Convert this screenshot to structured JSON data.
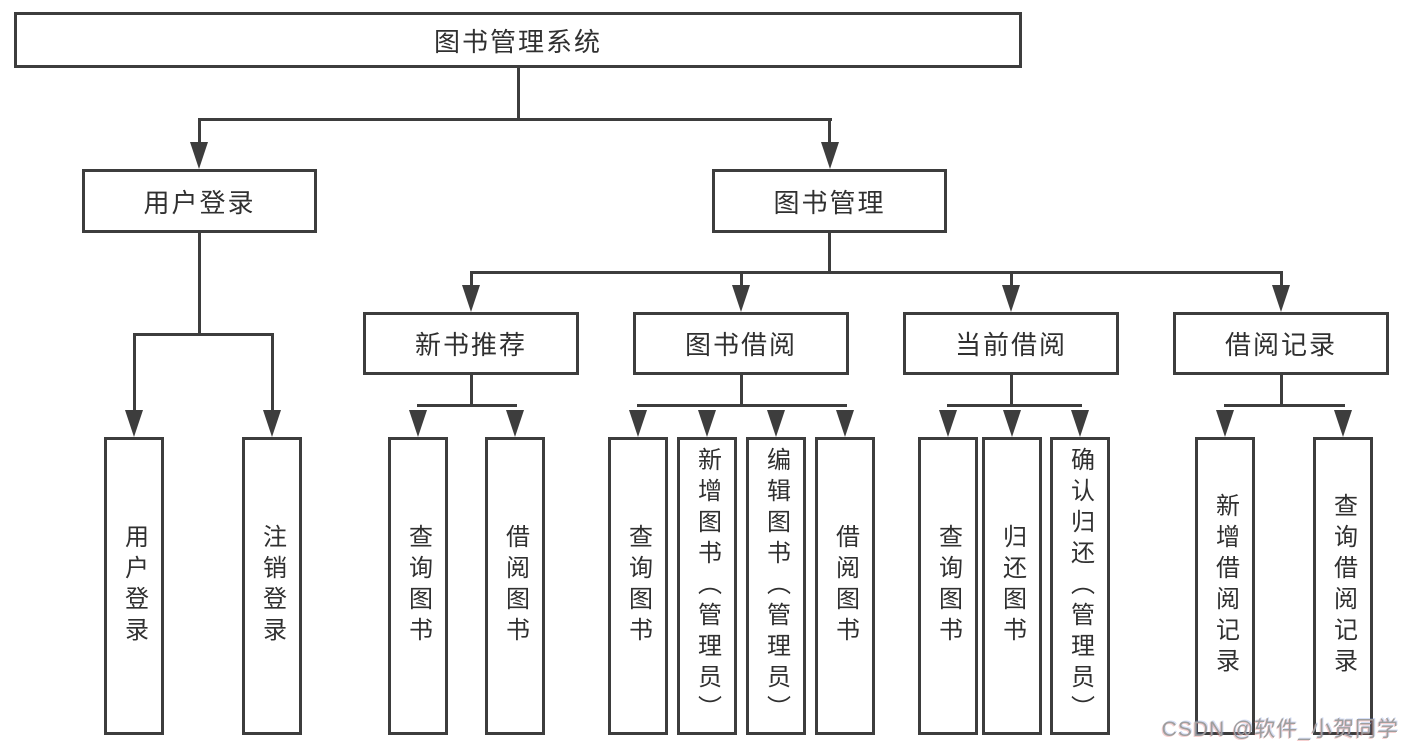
{
  "tree": {
    "root": {
      "label": "图书管理系统"
    },
    "branches": [
      {
        "label": "用户登录",
        "children": [
          {
            "label": "用户登录"
          },
          {
            "label": "注销登录"
          }
        ]
      },
      {
        "label": "图书管理",
        "children": [
          {
            "label": "新书推荐",
            "children": [
              {
                "label": "查询图书"
              },
              {
                "label": "借阅图书"
              }
            ]
          },
          {
            "label": "图书借阅",
            "children": [
              {
                "label": "查询图书"
              },
              {
                "label": "新增图书（管理员）"
              },
              {
                "label": "编辑图书（管理员）"
              },
              {
                "label": "借阅图书"
              }
            ]
          },
          {
            "label": "当前借阅",
            "children": [
              {
                "label": "查询图书"
              },
              {
                "label": "归还图书"
              },
              {
                "label": "确认归还（管理员）"
              }
            ]
          },
          {
            "label": "借阅记录",
            "children": [
              {
                "label": "新增借阅记录"
              },
              {
                "label": "查询借阅记录"
              }
            ]
          }
        ]
      }
    ]
  },
  "watermark": {
    "text": "CSDN @软件_小贺同学"
  },
  "colors": {
    "line": "#3d3d3d",
    "text": "#303030",
    "watermark": "#9e9e9e",
    "background": "#ffffff"
  }
}
